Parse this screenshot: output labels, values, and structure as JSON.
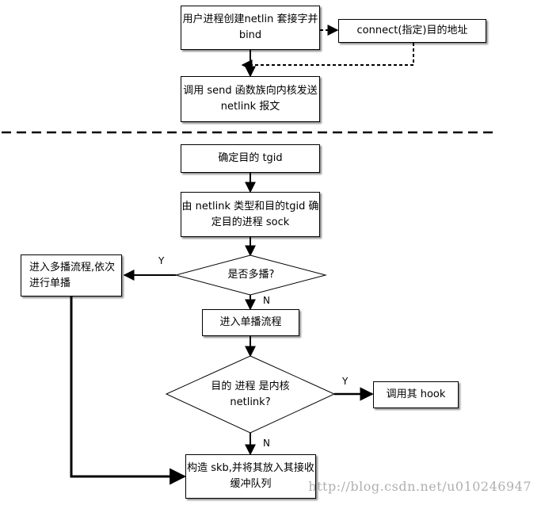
{
  "nodes": {
    "create_socket": "用户进程创建netlin 套接字并 bind",
    "connect_addr": "connect(指定)目的地址",
    "send_msg": "调用 send 函数族向内核发送 netlink 报文",
    "determine_tgid": "确定目的 tgid",
    "find_sock": "由 netlink 类型和目的tgid 确定目的进程 sock",
    "is_multicast": "是否多播?",
    "multicast_flow": "进入多播流程,依次进行单播",
    "unicast_flow": "进入单播流程",
    "is_kernel": "目的 进程 是内核 netlink?",
    "call_hook": "调用其 hook",
    "build_skb": "构造 skb,并将其放入其接收缓冲队列"
  },
  "edge_labels": {
    "multicast_yes": "Y",
    "multicast_no": "N",
    "kernel_yes": "Y",
    "kernel_no": "N"
  },
  "watermark": "http://blog.csdn.net/u010246947"
}
